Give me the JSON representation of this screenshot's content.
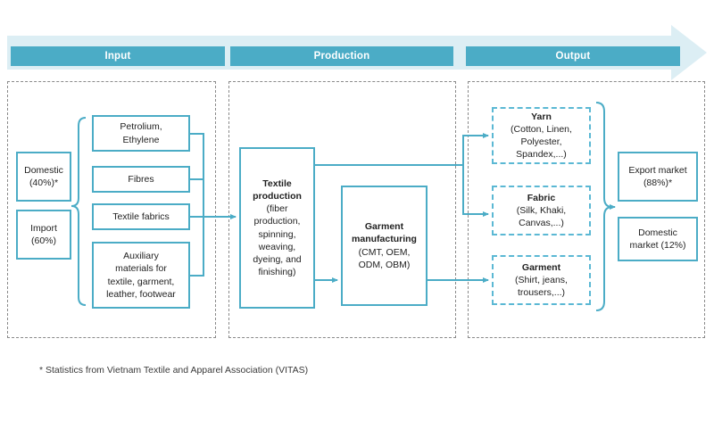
{
  "header": {
    "phases": [
      {
        "label": "Input"
      },
      {
        "label": "Production"
      },
      {
        "label": "Output"
      }
    ]
  },
  "input_section": {
    "sources": [
      {
        "line1": "Domestic",
        "line2": "(40%)*"
      },
      {
        "line1": "Import",
        "line2": "(60%)"
      }
    ],
    "materials": [
      {
        "text": "Petrolium,\nEthylene"
      },
      {
        "text": "Fibres"
      },
      {
        "text": "Textile fabrics"
      },
      {
        "text": "Auxiliary\nmaterials for\ntextile, garment,\nleather, footwear"
      }
    ]
  },
  "production_section": {
    "steps": [
      {
        "title": "Textile\nproduction",
        "detail": "(fiber\nproduction,\nspinning,\nweaving,\ndyeing, and\nfinishing)"
      },
      {
        "title": "Garment\nmanufacturing",
        "detail": "(CMT, OEM,\nODM, OBM)"
      }
    ]
  },
  "output_section": {
    "products": [
      {
        "title": "Yarn",
        "detail": "(Cotton, Linen,\nPolyester,\nSpandex,...)"
      },
      {
        "title": "Fabric",
        "detail": "(Silk, Khaki,\nCanvas,...)"
      },
      {
        "title": "Garment",
        "detail": "(Shirt, jeans,\ntrousers,...)"
      }
    ],
    "markets": [
      {
        "text": "Export market\n(88%)*"
      },
      {
        "text": "Domestic\nmarket (12%)"
      }
    ]
  },
  "footnote": {
    "text": "* Statistics from Vietnam Textile and Apparel Association (VITAS)"
  },
  "colors": {
    "accent": "#4BACC6",
    "accent_light": "#DCEEF4",
    "dashed_box": "#5BB8D4",
    "container_dash": "#8a8a8a"
  }
}
